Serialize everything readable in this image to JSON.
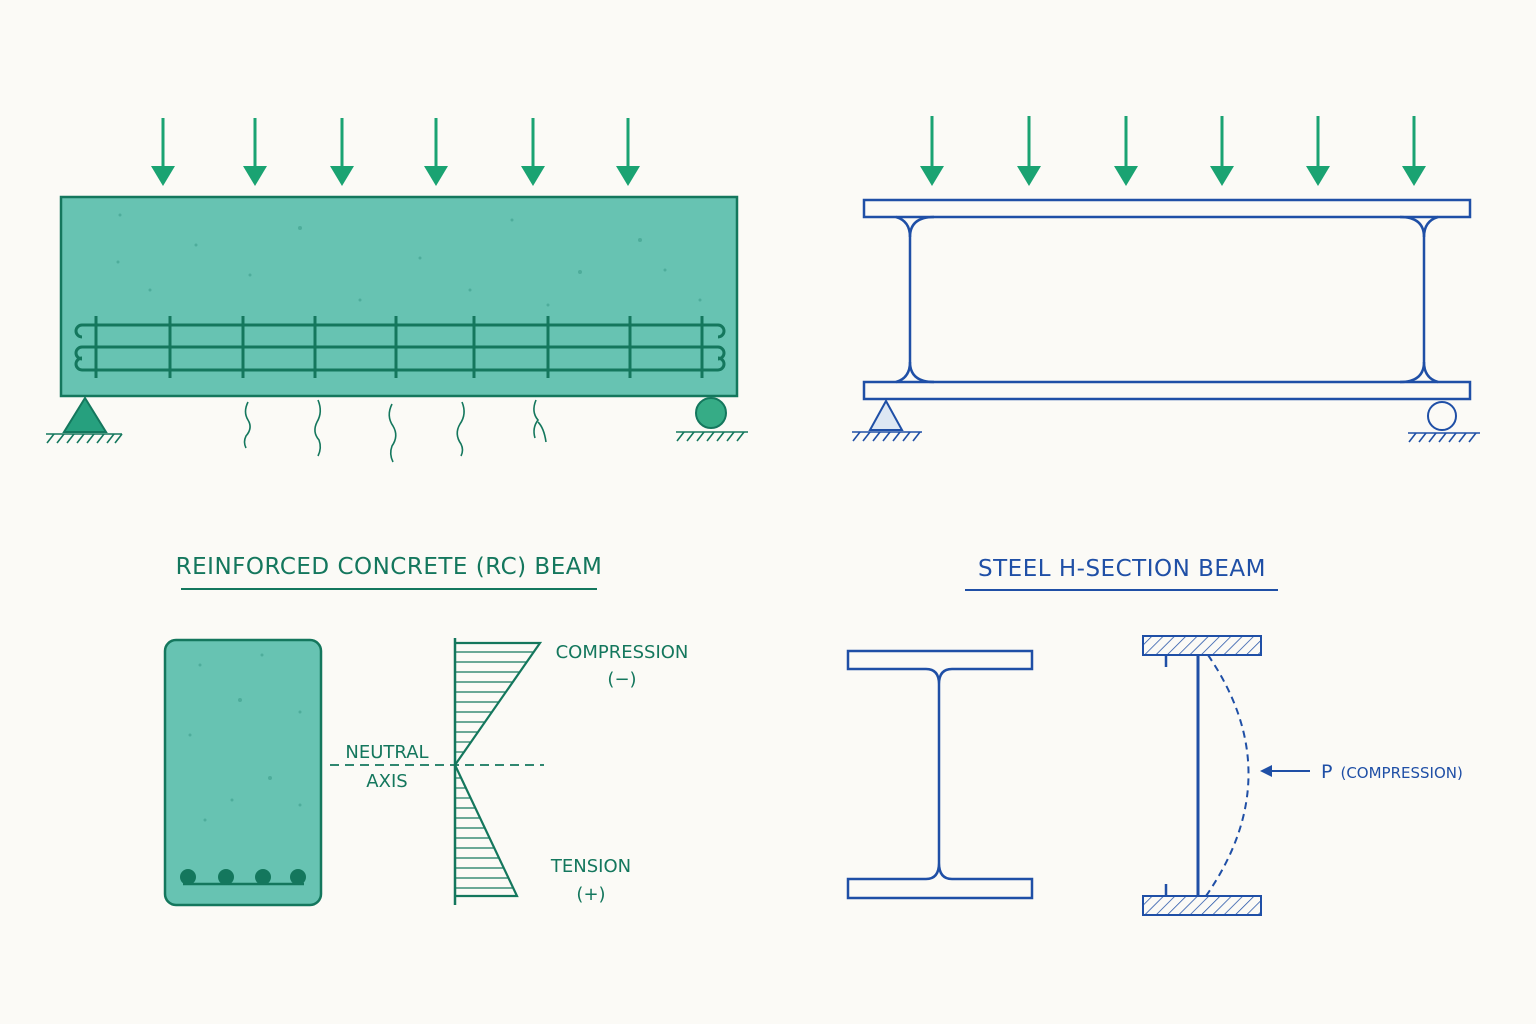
{
  "colors": {
    "background": "#fbfaf6",
    "rc_green": "#1b8a6e",
    "rc_fill": "#67c3b2",
    "rc_dark": "#14775d",
    "steel_blue": "#1f4fa6",
    "steel_light": "#dde7f3"
  },
  "rc": {
    "title": "REINFORCED CONCRETE (RC) BEAM",
    "neutral_axis_line1": "NEUTRAL",
    "neutral_axis_line2": "AXIS",
    "compression_label": "COMPRESSION",
    "compression_sign": "(−)",
    "tension_label": "TENSION",
    "tension_sign": "(+)",
    "load_arrow_count": 6,
    "crack_count": 5,
    "rebar_count_section": 4
  },
  "steel": {
    "title": "STEEL H-SECTION BEAM",
    "load_label_prefix": "P",
    "load_label_suffix": "(COMPRESSION)",
    "load_arrow_count": 6
  },
  "icons": {
    "load": "down-arrow-icon",
    "pin_support": "triangle-support-icon",
    "roller_support": "roller-support-icon",
    "ground": "hatched-ground-icon"
  }
}
